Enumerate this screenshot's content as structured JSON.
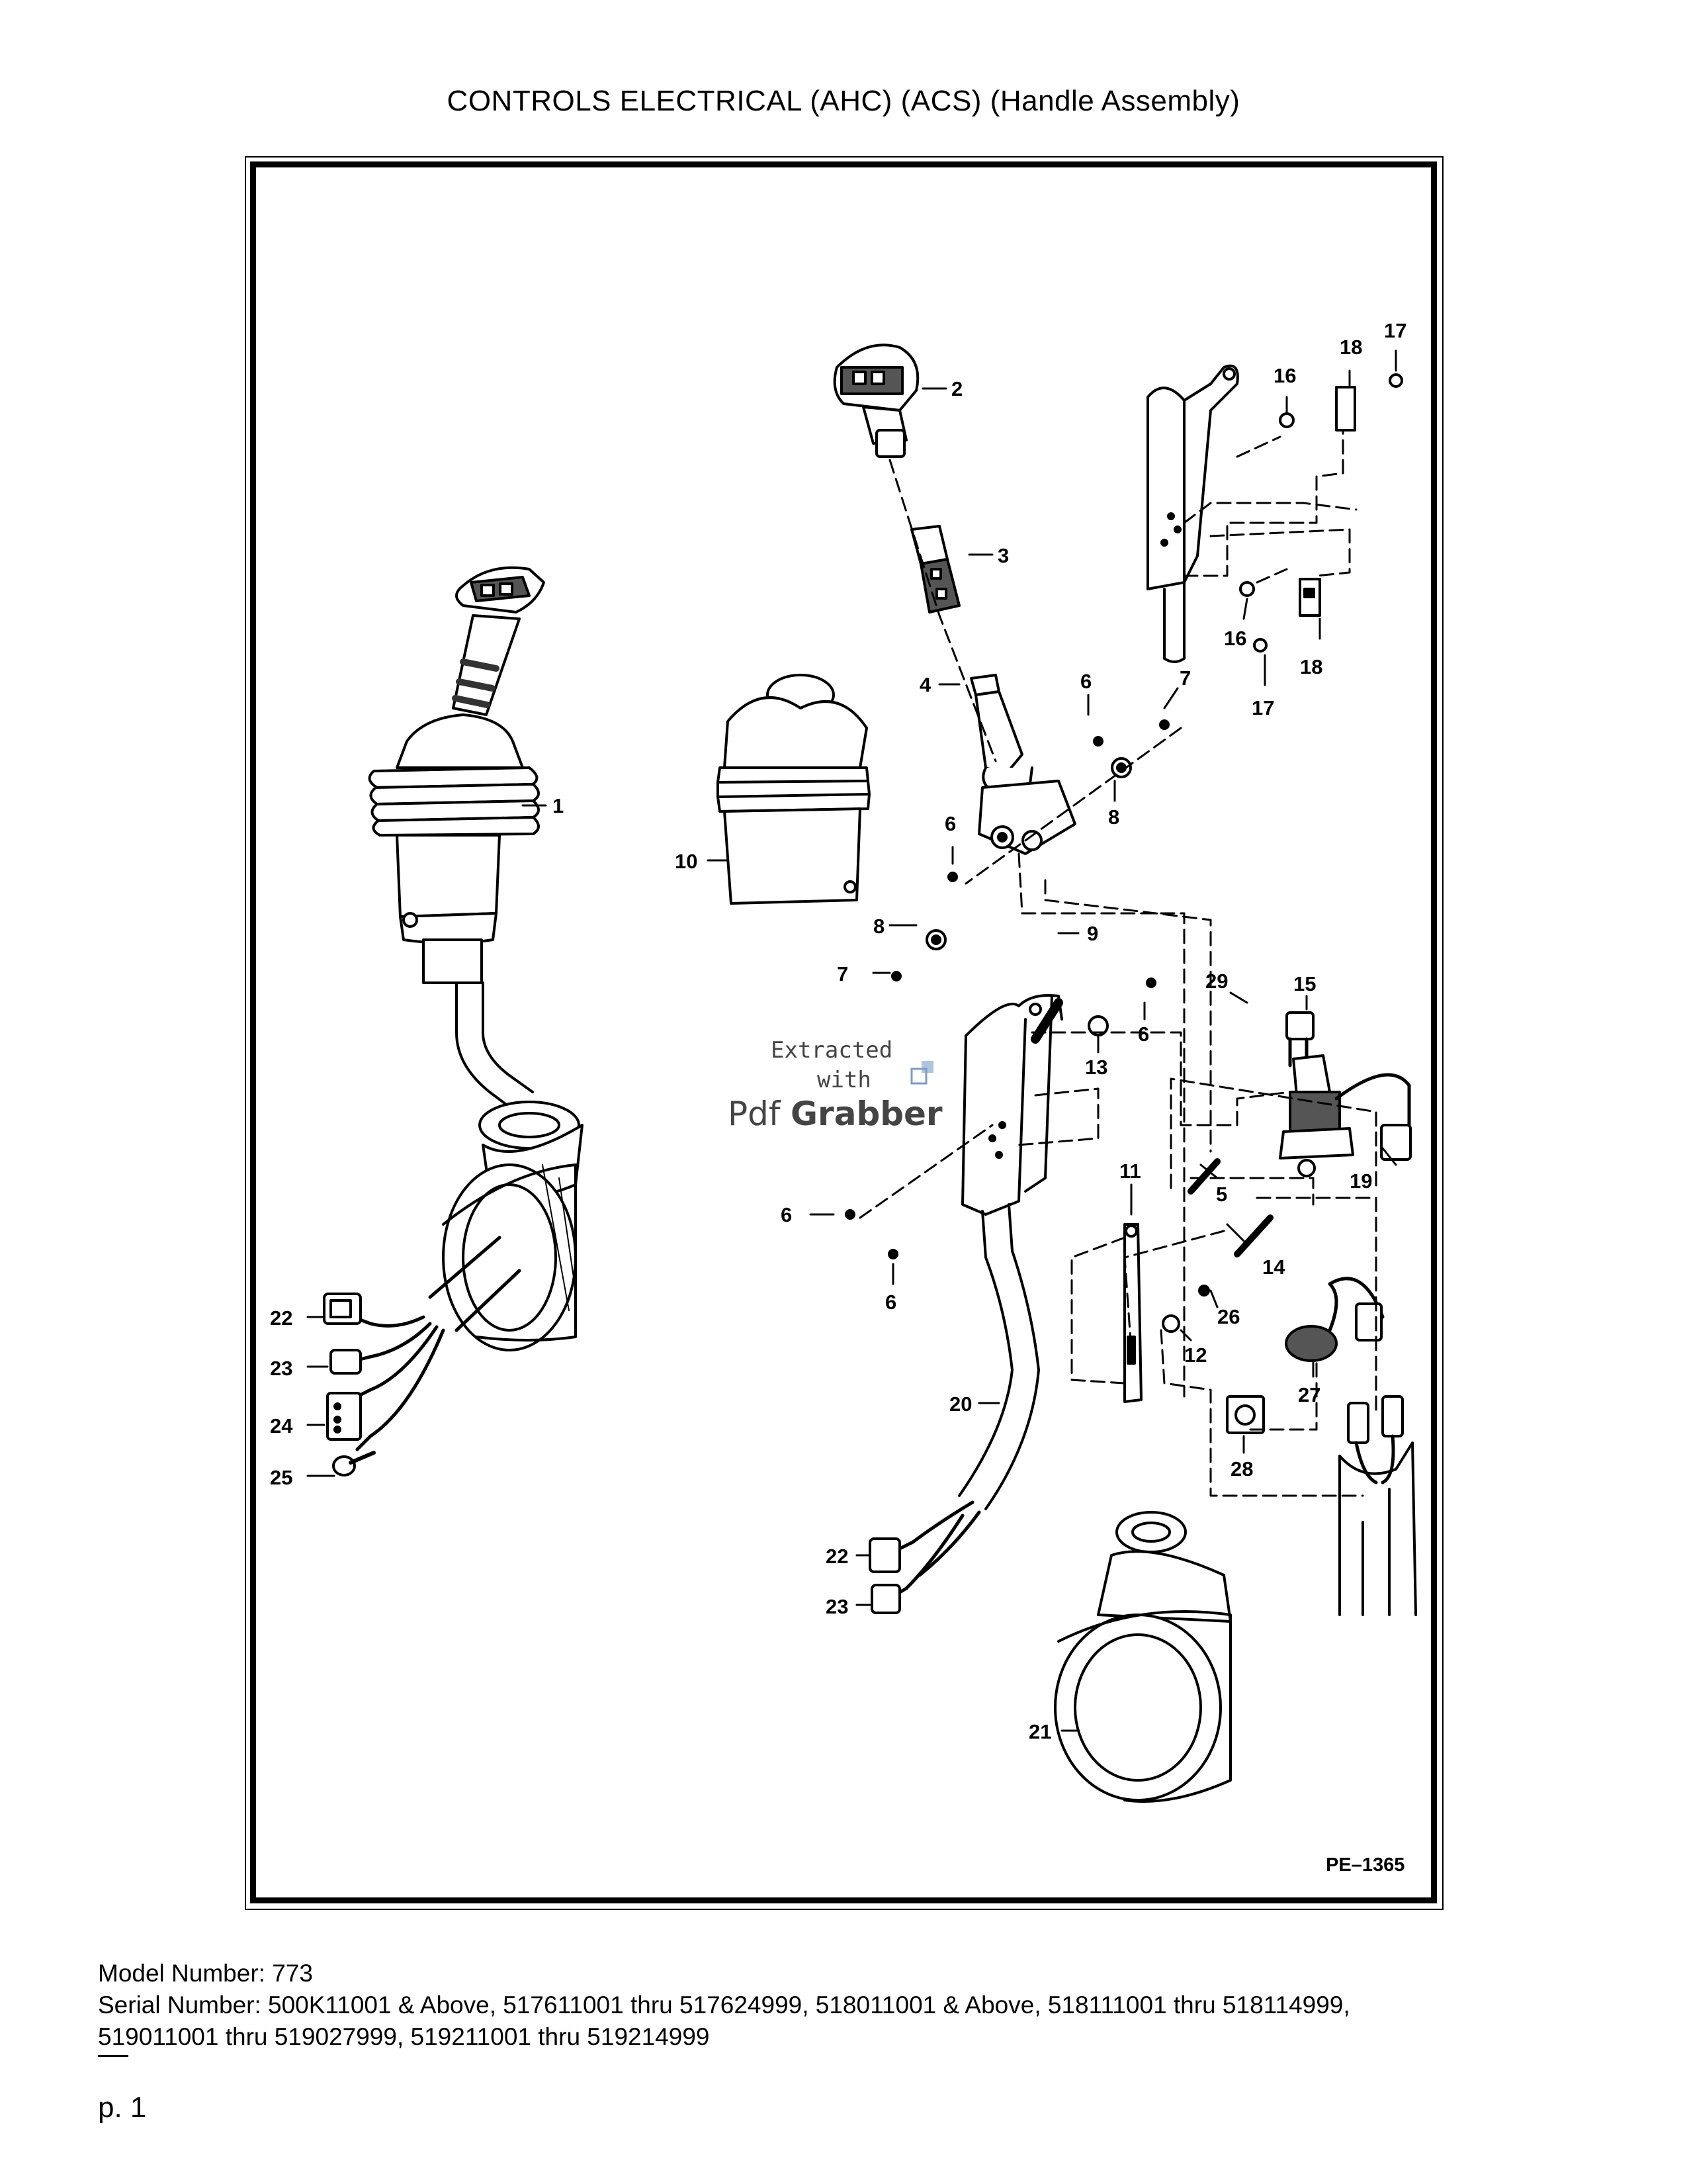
{
  "title": "CONTROLS ELECTRICAL (AHC) (ACS) (Handle Assembly)",
  "diagram": {
    "reference": "PE–1365",
    "callouts": {
      "c1": "1",
      "c2": "2",
      "c3": "3",
      "c4": "4",
      "c5": "5",
      "c6a": "6",
      "c6b": "6",
      "c6c": "6",
      "c6d": "6",
      "c6e": "6",
      "c7a": "7",
      "c7b": "7",
      "c8a": "8",
      "c8b": "8",
      "c9": "9",
      "c10": "10",
      "c11": "11",
      "c12": "12",
      "c13": "13",
      "c14": "14",
      "c15": "15",
      "c16a": "16",
      "c16b": "16",
      "c17a": "17",
      "c17b": "17",
      "c18a": "18",
      "c18b": "18",
      "c19": "19",
      "c20": "20",
      "c21": "21",
      "c22a": "22",
      "c22b": "22",
      "c23a": "23",
      "c23b": "23",
      "c24": "24",
      "c25": "25",
      "c26": "26",
      "c27": "27",
      "c28": "28",
      "c29": "29"
    },
    "watermark": {
      "line1": "Extracted",
      "line2": "with",
      "brand_a": "Pdf",
      "brand_b": "Grabber"
    }
  },
  "footer": {
    "model": "Model Number: 773",
    "serial_line1": "Serial Number: 500K11001 & Above, 517611001 thru 517624999, 518011001 & Above, 518111001 thru 518114999,",
    "serial_line2": "519011001 thru 519027999, 519211001 thru 519214999"
  },
  "page": "p. 1"
}
